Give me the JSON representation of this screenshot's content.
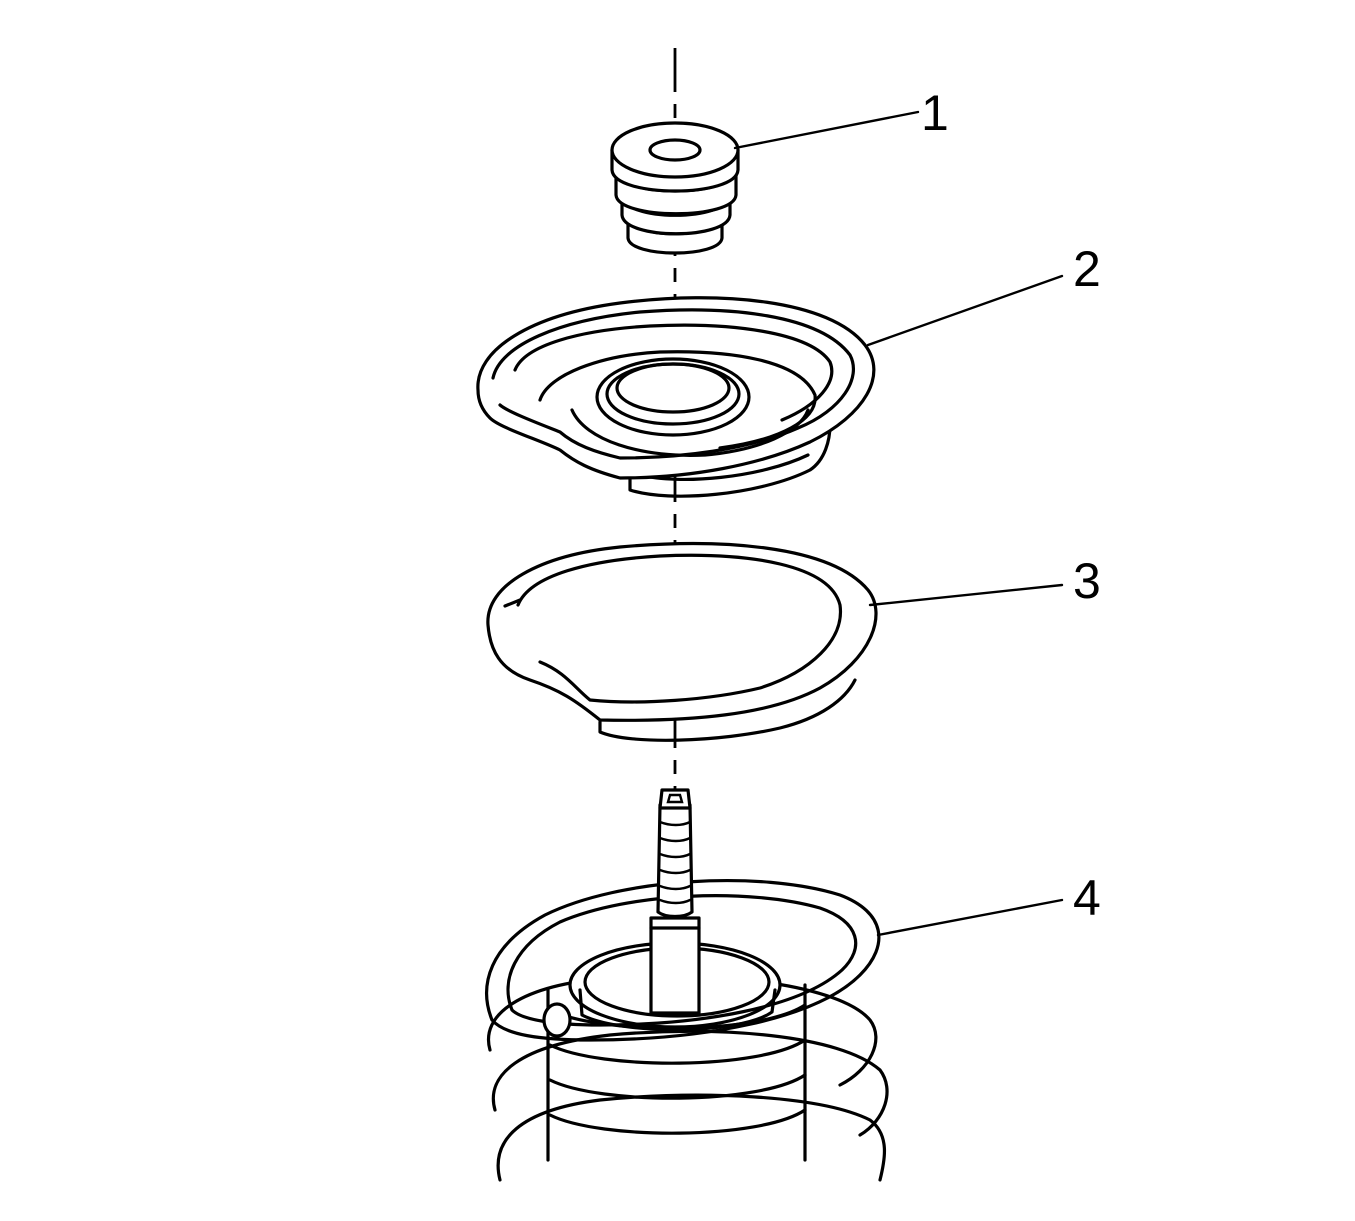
{
  "diagram": {
    "type": "exploded-assembly",
    "parts": [
      {
        "label": "1",
        "icon": "strut-bumper-icon"
      },
      {
        "label": "2",
        "icon": "upper-spring-seat-icon"
      },
      {
        "label": "3",
        "icon": "spring-insulator-icon"
      },
      {
        "label": "4",
        "icon": "coil-spring-icon"
      }
    ]
  }
}
